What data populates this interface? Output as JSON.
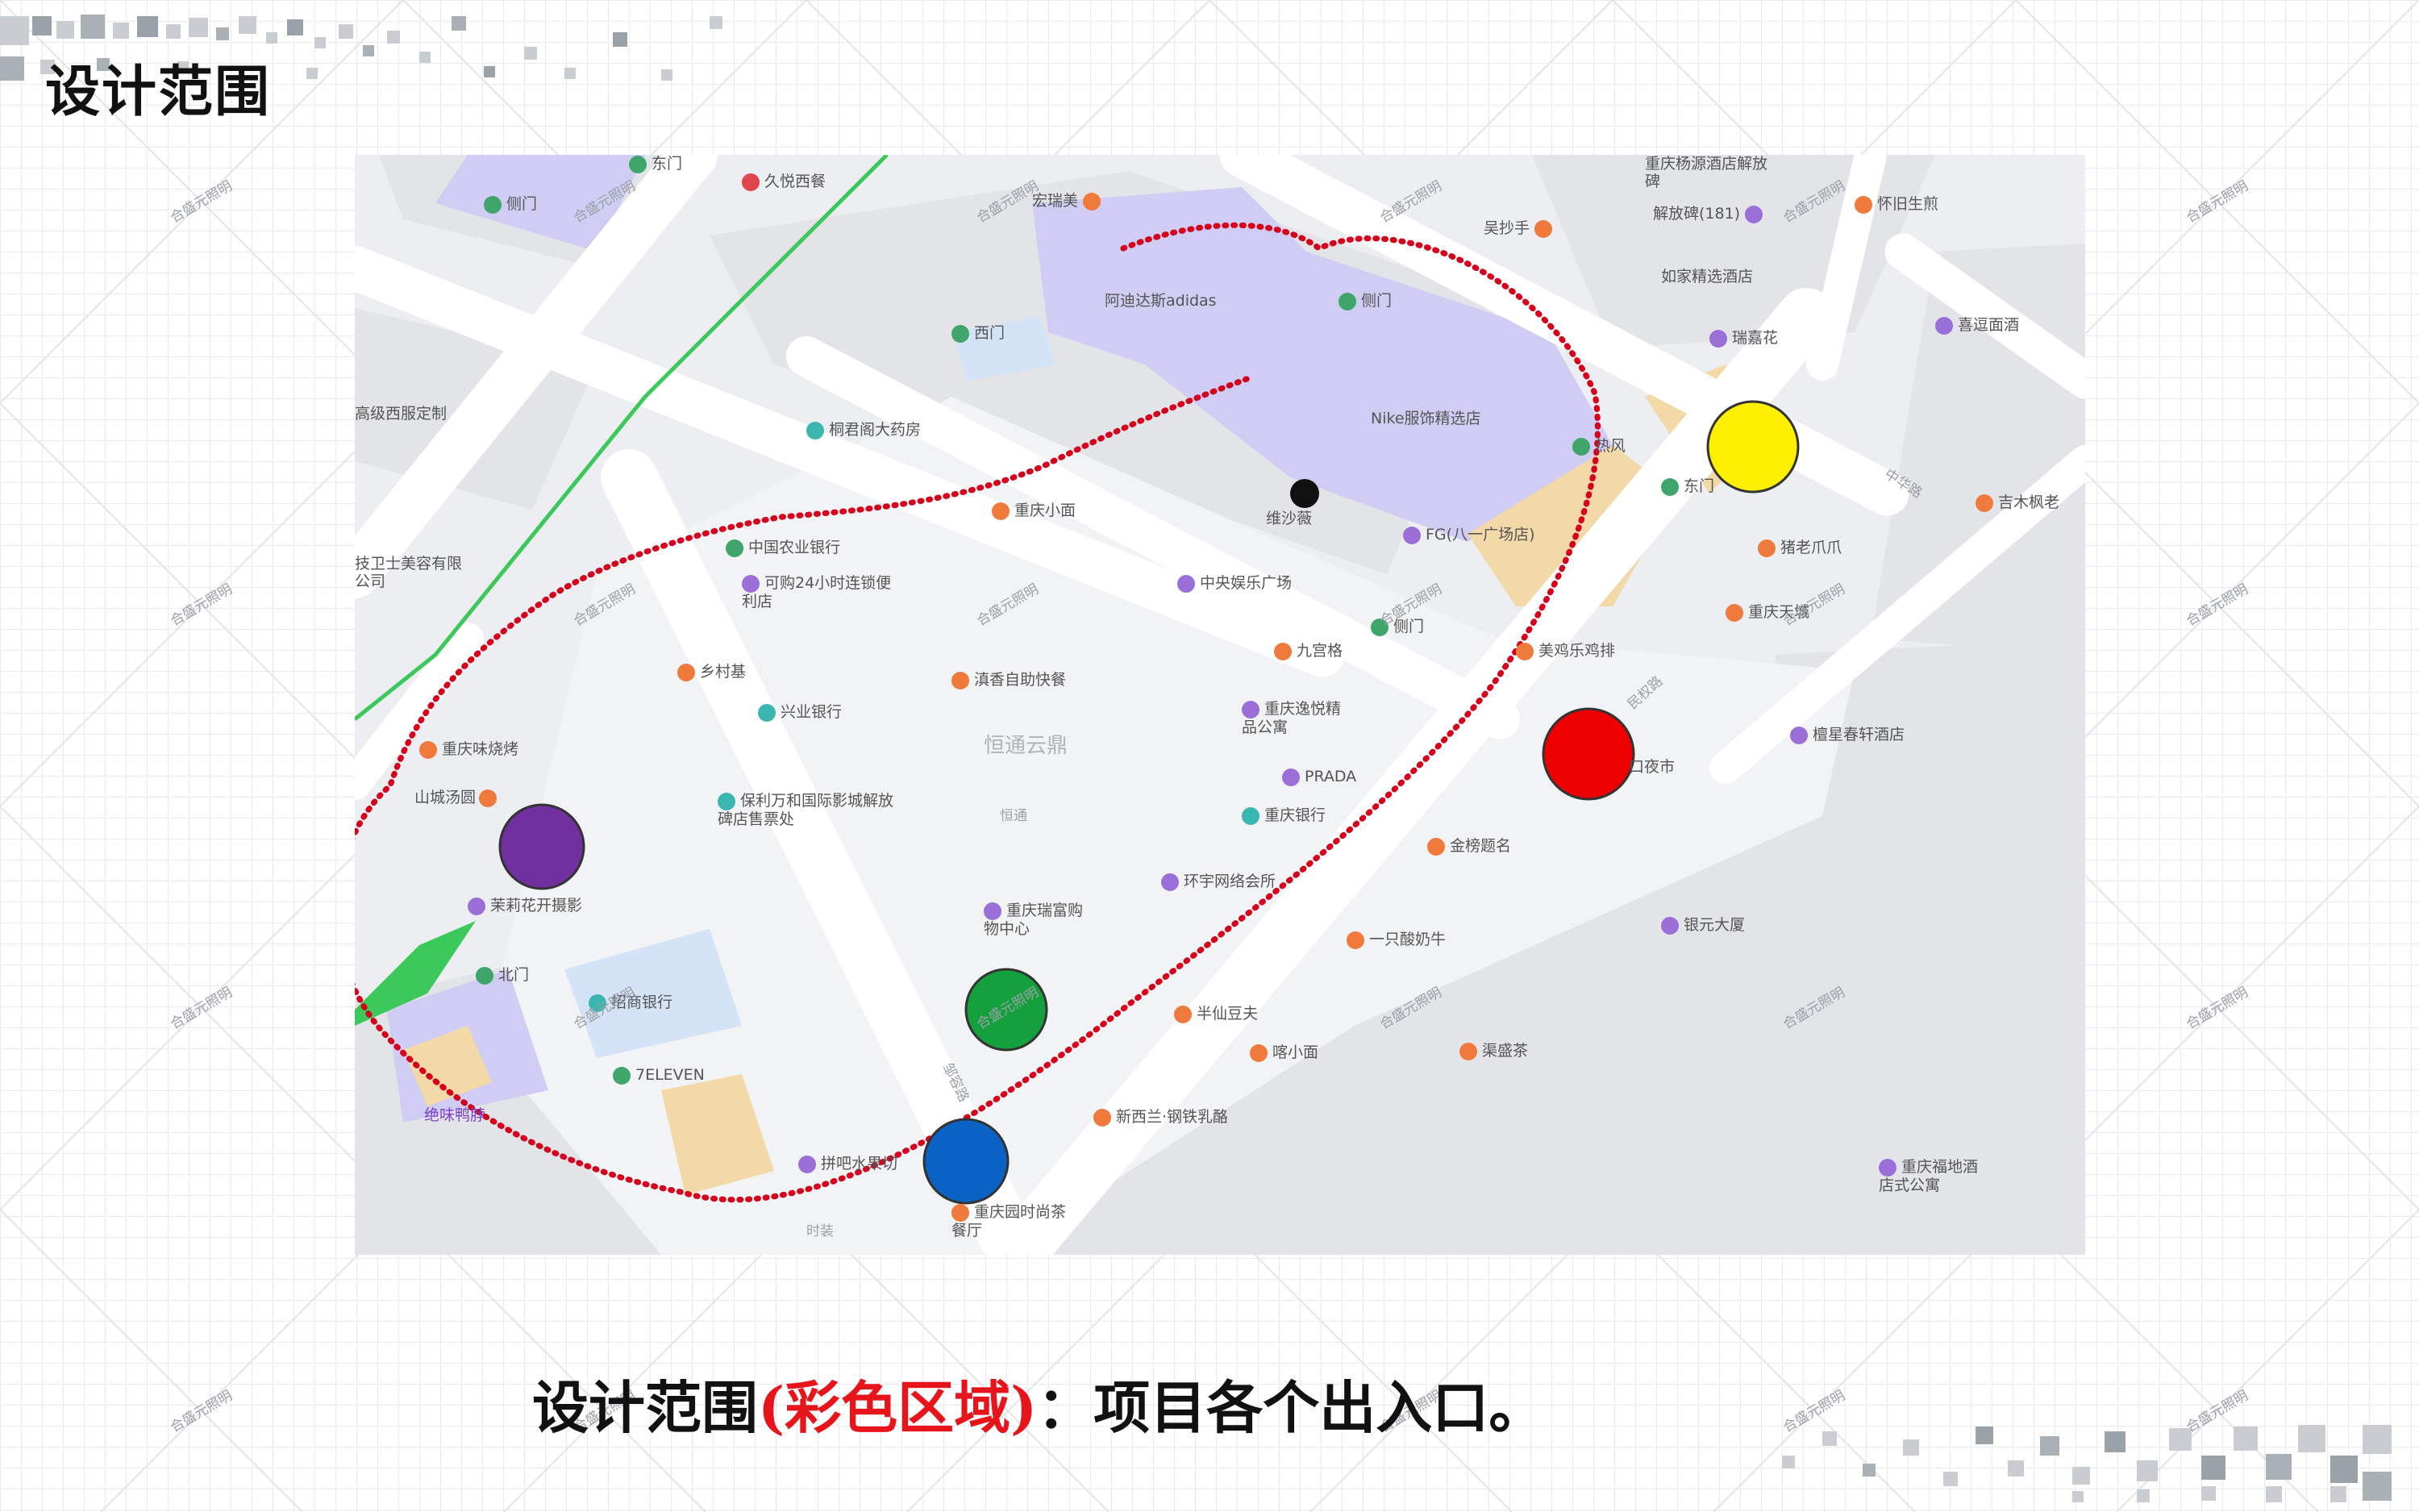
{
  "slide": {
    "title": "设计范围",
    "caption_prefix": "设计范围",
    "caption_highlight": "(彩色区域)",
    "caption_suffix": "：项目各个出入口。",
    "watermark": "合盛元照明",
    "highlight_color": "#e8141c"
  },
  "map": {
    "entrances": [
      {
        "name": "yellow",
        "color": "#ffef00"
      },
      {
        "name": "red",
        "color": "#ef0000"
      },
      {
        "name": "purple",
        "color": "#7030a0"
      },
      {
        "name": "green",
        "color": "#14a03c"
      },
      {
        "name": "blue",
        "color": "#0a62c4"
      }
    ],
    "boundary_color": "#d6001c",
    "block_label": "恒通云鼎",
    "small_label": "恒通",
    "pois": [
      {
        "text": "东门",
        "icon": "green"
      },
      {
        "text": "久悦西餐",
        "icon": "red"
      },
      {
        "text": "侧门",
        "icon": "green"
      },
      {
        "text": "宏瑞美",
        "icon": "orange"
      },
      {
        "text": "重庆杨源酒店解放碑",
        "icon": "purple"
      },
      {
        "text": "吴抄手",
        "icon": "orange"
      },
      {
        "text": "解放碑(181)",
        "icon": "purple"
      },
      {
        "text": "怀旧生煎",
        "icon": "orange"
      },
      {
        "text": "如家精选酒店",
        "icon": "purple"
      },
      {
        "text": "阿迪达斯adidas",
        "icon": "gray"
      },
      {
        "text": "侧门",
        "icon": "green"
      },
      {
        "text": "西门",
        "icon": "green"
      },
      {
        "text": "瑞嘉花",
        "icon": "purple"
      },
      {
        "text": "喜逗面酒",
        "icon": "purple"
      },
      {
        "text": "高级西服定制",
        "icon": "teal"
      },
      {
        "text": "桐君阁大药房",
        "icon": "teal"
      },
      {
        "text": "Nike服饰精选店",
        "icon": "gray"
      },
      {
        "text": "热风",
        "icon": "green"
      },
      {
        "text": "东门",
        "icon": "green"
      },
      {
        "text": "中华路",
        "icon": "none"
      },
      {
        "text": "重庆小面",
        "icon": "orange"
      },
      {
        "text": "维沙薇",
        "icon": "none"
      },
      {
        "text": "吉木枫老",
        "icon": "orange"
      },
      {
        "text": "中国农业银行",
        "icon": "green"
      },
      {
        "text": "FG(八一广场店)",
        "icon": "purple"
      },
      {
        "text": "猪老爪爪",
        "icon": "orange"
      },
      {
        "text": "技卫士美容有限公司",
        "icon": "none"
      },
      {
        "text": "可购24小时连锁便利店",
        "icon": "purple"
      },
      {
        "text": "中央娱乐广场",
        "icon": "purple"
      },
      {
        "text": "重庆天城",
        "icon": "orange"
      },
      {
        "text": "侧门",
        "icon": "green"
      },
      {
        "text": "乡村基",
        "icon": "orange"
      },
      {
        "text": "九宫格",
        "icon": "orange"
      },
      {
        "text": "美鸡乐鸡排",
        "icon": "orange"
      },
      {
        "text": "滇香自助快餐",
        "icon": "orange"
      },
      {
        "text": "兴业银行",
        "icon": "teal"
      },
      {
        "text": "重庆逸悦精品公寓",
        "icon": "purple"
      },
      {
        "text": "重庆味烧烤",
        "icon": "orange"
      },
      {
        "text": "口夜市",
        "icon": "none"
      },
      {
        "text": "檀星春轩酒店",
        "icon": "purple"
      },
      {
        "text": "山城汤圆",
        "icon": "orange"
      },
      {
        "text": "PRADA",
        "icon": "purple"
      },
      {
        "text": "保利万和国际影城解放碑店售票处",
        "icon": "teal"
      },
      {
        "text": "重庆银行",
        "icon": "teal"
      },
      {
        "text": "金榜题名",
        "icon": "orange"
      },
      {
        "text": "环宇网络会所",
        "icon": "purple"
      },
      {
        "text": "茉莉花开摄影",
        "icon": "purple"
      },
      {
        "text": "银元大厦",
        "icon": "purple"
      },
      {
        "text": "重庆瑞富购物中心",
        "icon": "purple"
      },
      {
        "text": "一只酸奶牛",
        "icon": "orange"
      },
      {
        "text": "北门",
        "icon": "green"
      },
      {
        "text": "招商银行",
        "icon": "teal"
      },
      {
        "text": "半仙豆夫",
        "icon": "orange"
      },
      {
        "text": "喀小面",
        "icon": "orange"
      },
      {
        "text": "渠盛茶",
        "icon": "orange"
      },
      {
        "text": "7ELEVEN",
        "icon": "green"
      },
      {
        "text": "绝味鸭脖",
        "icon": "none"
      },
      {
        "text": "新西兰·钢铁乳酪",
        "icon": "orange"
      },
      {
        "text": "拼吧水果切",
        "icon": "purple"
      },
      {
        "text": "重庆福地酒店式公寓",
        "icon": "purple"
      },
      {
        "text": "重庆园时尚茶餐厅",
        "icon": "orange"
      },
      {
        "text": "邹容路",
        "icon": "none"
      },
      {
        "text": "时装",
        "icon": "none"
      },
      {
        "text": "民权路",
        "icon": "none"
      }
    ]
  }
}
